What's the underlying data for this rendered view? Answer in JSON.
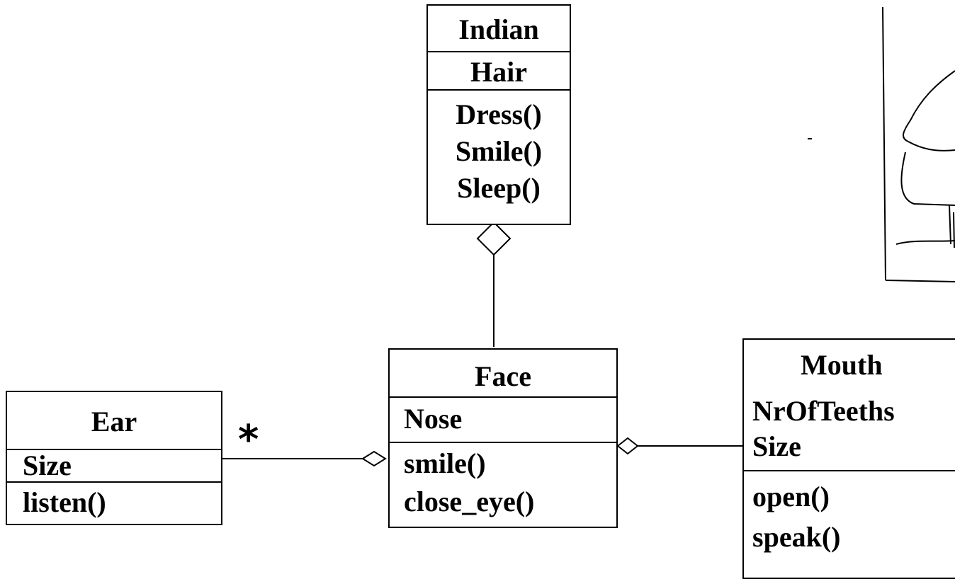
{
  "classes": {
    "indian": {
      "name": "Indian",
      "attributes": [
        "Hair"
      ],
      "methods": [
        "Dress()",
        "Smile()",
        "Sleep()"
      ]
    },
    "face": {
      "name": "Face",
      "attributes": [
        "Nose"
      ],
      "methods": [
        "smile()",
        "close_eye()"
      ]
    },
    "ear": {
      "name": "Ear",
      "attributes": [
        "Size"
      ],
      "methods": [
        "listen()"
      ]
    },
    "mouth": {
      "name": "Mouth",
      "attributes": [
        "NrOfTeeths",
        "Size"
      ],
      "methods": [
        "open()",
        "speak()"
      ]
    }
  },
  "relations": [
    {
      "from": "Face",
      "to": "Indian",
      "kind": "aggregation"
    },
    {
      "from": "Ear",
      "to": "Face",
      "kind": "aggregation",
      "multiplicity": "*"
    },
    {
      "from": "Mouth",
      "to": "Face",
      "kind": "aggregation"
    }
  ]
}
